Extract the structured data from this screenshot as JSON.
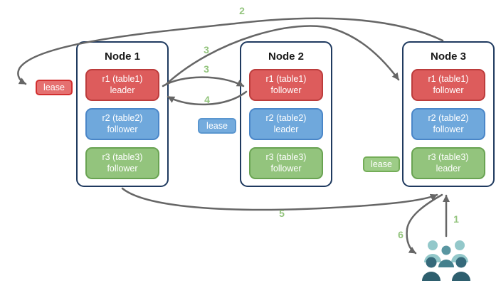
{
  "diagram": {
    "nodes": [
      {
        "title": "Node 1",
        "replicas": [
          {
            "name": "r1 (table1)",
            "role": "leader",
            "color": "red"
          },
          {
            "name": "r2 (table2)",
            "role": "follower",
            "color": "blue"
          },
          {
            "name": "r3 (table3)",
            "role": "follower",
            "color": "green"
          }
        ]
      },
      {
        "title": "Node 2",
        "replicas": [
          {
            "name": "r1 (table1)",
            "role": "follower",
            "color": "red"
          },
          {
            "name": "r2 (table2)",
            "role": "leader",
            "color": "blue"
          },
          {
            "name": "r3 (table3)",
            "role": "follower",
            "color": "green"
          }
        ]
      },
      {
        "title": "Node 3",
        "replicas": [
          {
            "name": "r1 (table1)",
            "role": "follower",
            "color": "red"
          },
          {
            "name": "r2 (table2)",
            "role": "follower",
            "color": "blue"
          },
          {
            "name": "r3 (table3)",
            "role": "leader",
            "color": "green"
          }
        ]
      }
    ],
    "leases": [
      {
        "text": "lease",
        "color": "red"
      },
      {
        "text": "lease",
        "color": "blue"
      },
      {
        "text": "lease",
        "color": "green"
      }
    ],
    "steps": [
      {
        "num": "1"
      },
      {
        "num": "2"
      },
      {
        "num": "3"
      },
      {
        "num": "3"
      },
      {
        "num": "4"
      },
      {
        "num": "5"
      },
      {
        "num": "6"
      }
    ],
    "icons": {
      "users": "users-icon"
    }
  },
  "colors": {
    "node_border": "#1f3a5f",
    "replica_red_fill": "#dd5c5c",
    "replica_red_border": "#bc3c3c",
    "replica_blue_fill": "#6fa8dc",
    "replica_blue_border": "#4a86c8",
    "replica_green_fill": "#93c47d",
    "replica_green_border": "#69a352",
    "lease_red_fill": "#e57070",
    "lease_red_border": "#d22f2f",
    "lease_blue_fill": "#74abdd",
    "lease_blue_border": "#5a96cf",
    "lease_green_fill": "#9dcc87",
    "lease_green_border": "#74ad58",
    "arrow": "#666666",
    "step_label": "#93c47d",
    "users_light": "#93c8ca",
    "users_mid": "#5996a1",
    "users_dark": "#2e5f6e"
  }
}
